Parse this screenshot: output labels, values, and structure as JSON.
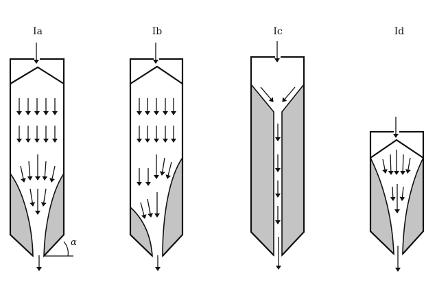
{
  "figure": {
    "panels": [
      {
        "id": "Ia",
        "label": "Ia",
        "angle_symbol": "α"
      },
      {
        "id": "Ib",
        "label": "Ib"
      },
      {
        "id": "Ic",
        "label": "Ic"
      },
      {
        "id": "Id",
        "label": "Id"
      }
    ],
    "colors": {
      "line": "#111111",
      "bulk_material": "#c4c4c4",
      "background": "#ffffff"
    }
  }
}
